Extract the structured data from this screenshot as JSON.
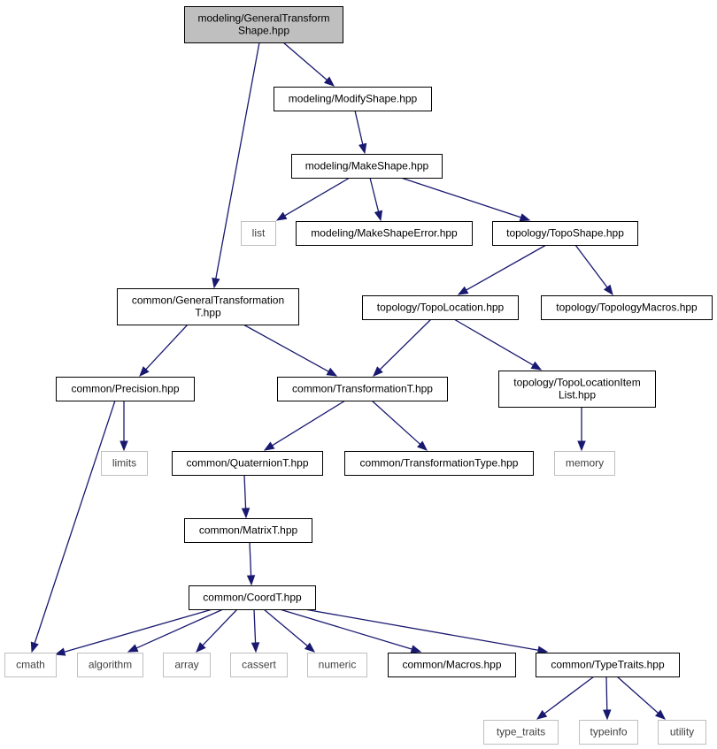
{
  "nodes": [
    {
      "id": "root",
      "lines": [
        "modeling/GeneralTransform",
        "Shape.hpp"
      ],
      "kind": "root",
      "interactable": false
    },
    {
      "id": "modify",
      "lines": [
        "modeling/ModifyShape.hpp"
      ],
      "kind": "file",
      "interactable": true
    },
    {
      "id": "make",
      "lines": [
        "modeling/MakeShape.hpp"
      ],
      "kind": "file",
      "interactable": true
    },
    {
      "id": "list",
      "lines": [
        "list"
      ],
      "kind": "system",
      "interactable": false
    },
    {
      "id": "makeerr",
      "lines": [
        "modeling/MakeShapeError.hpp"
      ],
      "kind": "file",
      "interactable": true
    },
    {
      "id": "toposhape",
      "lines": [
        "topology/TopoShape.hpp"
      ],
      "kind": "file",
      "interactable": true
    },
    {
      "id": "gentrans",
      "lines": [
        "common/GeneralTransformation",
        "T.hpp"
      ],
      "kind": "file",
      "interactable": true
    },
    {
      "id": "topoloc",
      "lines": [
        "topology/TopoLocation.hpp"
      ],
      "kind": "file",
      "interactable": true
    },
    {
      "id": "topomacros",
      "lines": [
        "topology/TopologyMacros.hpp"
      ],
      "kind": "file",
      "interactable": true
    },
    {
      "id": "precision",
      "lines": [
        "common/Precision.hpp"
      ],
      "kind": "file",
      "interactable": true
    },
    {
      "id": "transT",
      "lines": [
        "common/TransformationT.hpp"
      ],
      "kind": "file",
      "interactable": true
    },
    {
      "id": "topolocitem",
      "lines": [
        "topology/TopoLocationItem",
        "List.hpp"
      ],
      "kind": "file",
      "interactable": true
    },
    {
      "id": "limits",
      "lines": [
        "limits"
      ],
      "kind": "system",
      "interactable": false
    },
    {
      "id": "quat",
      "lines": [
        "common/QuaternionT.hpp"
      ],
      "kind": "file",
      "interactable": true
    },
    {
      "id": "transtype",
      "lines": [
        "common/TransformationType.hpp"
      ],
      "kind": "file",
      "interactable": true
    },
    {
      "id": "memory",
      "lines": [
        "memory"
      ],
      "kind": "system",
      "interactable": false
    },
    {
      "id": "matrix",
      "lines": [
        "common/MatrixT.hpp"
      ],
      "kind": "file",
      "interactable": true
    },
    {
      "id": "coord",
      "lines": [
        "common/CoordT.hpp"
      ],
      "kind": "file",
      "interactable": true
    },
    {
      "id": "cmath",
      "lines": [
        "cmath"
      ],
      "kind": "system",
      "interactable": false
    },
    {
      "id": "algorithm",
      "lines": [
        "algorithm"
      ],
      "kind": "system",
      "interactable": false
    },
    {
      "id": "array",
      "lines": [
        "array"
      ],
      "kind": "system",
      "interactable": false
    },
    {
      "id": "cassert",
      "lines": [
        "cassert"
      ],
      "kind": "system",
      "interactable": false
    },
    {
      "id": "numeric",
      "lines": [
        "numeric"
      ],
      "kind": "system",
      "interactable": false
    },
    {
      "id": "macros",
      "lines": [
        "common/Macros.hpp"
      ],
      "kind": "file",
      "interactable": true
    },
    {
      "id": "typetraits",
      "lines": [
        "common/TypeTraits.hpp"
      ],
      "kind": "file",
      "interactable": true
    },
    {
      "id": "type_traits",
      "lines": [
        "type_traits"
      ],
      "kind": "system",
      "interactable": false
    },
    {
      "id": "typeinfo",
      "lines": [
        "typeinfo"
      ],
      "kind": "system",
      "interactable": false
    },
    {
      "id": "utility",
      "lines": [
        "utility"
      ],
      "kind": "system",
      "interactable": false
    }
  ],
  "edges": [
    [
      "root",
      "modify"
    ],
    [
      "root",
      "gentrans"
    ],
    [
      "modify",
      "make"
    ],
    [
      "make",
      "list"
    ],
    [
      "make",
      "makeerr"
    ],
    [
      "make",
      "toposhape"
    ],
    [
      "toposhape",
      "topoloc"
    ],
    [
      "toposhape",
      "topomacros"
    ],
    [
      "gentrans",
      "precision"
    ],
    [
      "gentrans",
      "transT"
    ],
    [
      "topoloc",
      "transT"
    ],
    [
      "topoloc",
      "topolocitem"
    ],
    [
      "precision",
      "limits"
    ],
    [
      "precision",
      "cmath"
    ],
    [
      "transT",
      "quat"
    ],
    [
      "transT",
      "transtype"
    ],
    [
      "topolocitem",
      "memory"
    ],
    [
      "quat",
      "matrix"
    ],
    [
      "matrix",
      "coord"
    ],
    [
      "coord",
      "cmath"
    ],
    [
      "coord",
      "algorithm"
    ],
    [
      "coord",
      "array"
    ],
    [
      "coord",
      "cassert"
    ],
    [
      "coord",
      "numeric"
    ],
    [
      "coord",
      "macros"
    ],
    [
      "coord",
      "typetraits"
    ],
    [
      "typetraits",
      "type_traits"
    ],
    [
      "typetraits",
      "typeinfo"
    ],
    [
      "typetraits",
      "utility"
    ]
  ],
  "colors": {
    "edge": "#191970",
    "root_fill": "#bfbfbf",
    "system_border": "#bfbfbf",
    "file_border": "#000000"
  }
}
